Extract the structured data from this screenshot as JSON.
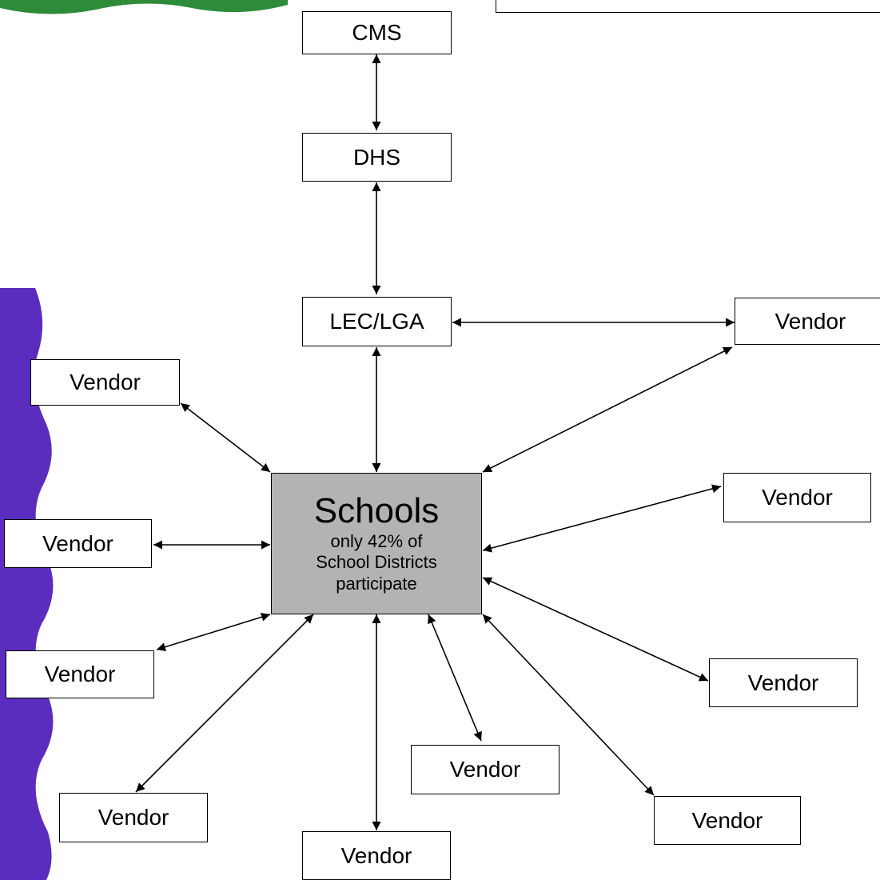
{
  "nodes": {
    "cms": "CMS",
    "dhs": "DHS",
    "lec": "LEC/LGA",
    "schools_title": "Schools",
    "schools_note": [
      "only 42% of",
      "School Districts",
      "participate"
    ],
    "vendor": "Vendor"
  },
  "colors": {
    "schools_fill": "#b3b3b3",
    "deco_purple": "#5b2dbf",
    "deco_green": "#2e8b3a"
  }
}
